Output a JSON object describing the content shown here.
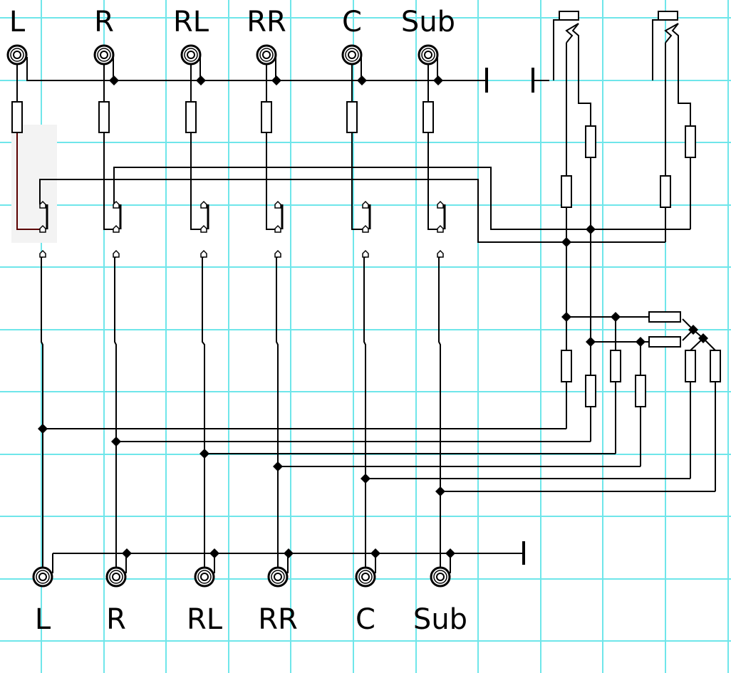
{
  "diagram": {
    "type": "schematic",
    "inputs": {
      "labels": [
        "L",
        "R",
        "RL",
        "RR",
        "C",
        "Sub"
      ]
    },
    "outputs": {
      "labels": [
        "L",
        "R",
        "RL",
        "RR",
        "C",
        "Sub"
      ]
    },
    "colors": {
      "grid": "#6fe6ea",
      "wire": "#000000",
      "selected_wire": "#5a0000",
      "selection_highlight": "#f3f3f3"
    }
  }
}
